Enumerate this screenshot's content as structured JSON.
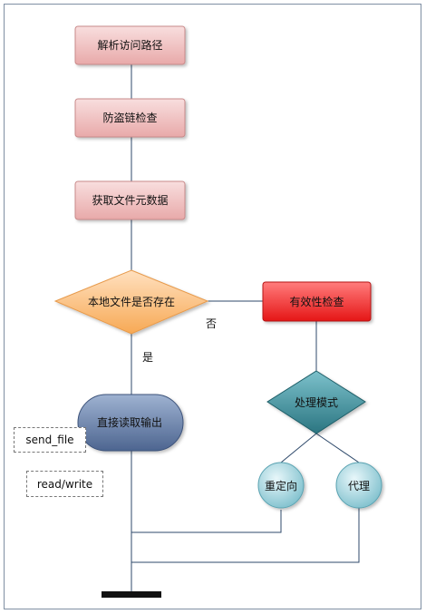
{
  "nodes": {
    "parse_path": "解析访问路径",
    "hotlink_check": "防盗链检查",
    "get_metadata": "获取文件元数据",
    "local_exists": "本地文件是否存在",
    "validity_check": "有效性检查",
    "direct_read": "直接读取输出",
    "process_mode": "处理模式",
    "redirect": "重定向",
    "proxy": "代理"
  },
  "edges": {
    "yes": "是",
    "no": "否"
  },
  "notes": {
    "send_file": "send_file",
    "read_write": "read/write"
  },
  "colors": {
    "pink_box": "#f2c4c4",
    "red_box": "#ff3b3b",
    "orange_diamond": "#ffc58a",
    "blue_capsule": "#6f85aa",
    "teal_diamond": "#3f8e9a",
    "teal_circle": "#9fd3dd",
    "line": "#2f4a6b"
  }
}
